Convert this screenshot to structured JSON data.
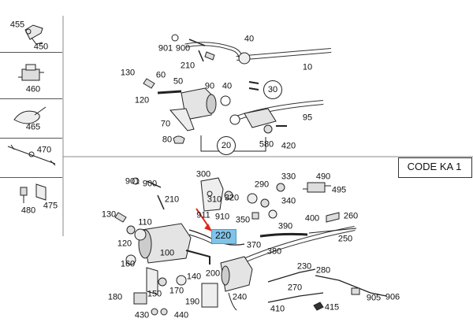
{
  "diagram": {
    "code_label": "CODE KA 1",
    "highlight_label": "220",
    "highlight_color": "#7fc3e8",
    "arrow_color": "#e0241b",
    "sidebar_labels": [
      "455",
      "450",
      "460",
      "465",
      "470",
      "480",
      "475"
    ],
    "top_labels": [
      "901",
      "900",
      "40",
      "210",
      "10",
      "130",
      "60",
      "90",
      "50",
      "40",
      "30",
      "120",
      "95",
      "70",
      "80",
      "580",
      "420"
    ],
    "top_ring_labels": [
      "30",
      "20"
    ],
    "bottom_labels": [
      "901",
      "900",
      "300",
      "330",
      "490",
      "290",
      "310",
      "320",
      "495",
      "340",
      "210",
      "130",
      "911",
      "910",
      "260",
      "400",
      "110",
      "350",
      "390",
      "250",
      "120",
      "370",
      "380",
      "100",
      "160",
      "230",
      "280",
      "140",
      "200",
      "270",
      "180",
      "150",
      "170",
      "190",
      "240",
      "905",
      "906",
      "430",
      "440",
      "410",
      "415"
    ]
  }
}
